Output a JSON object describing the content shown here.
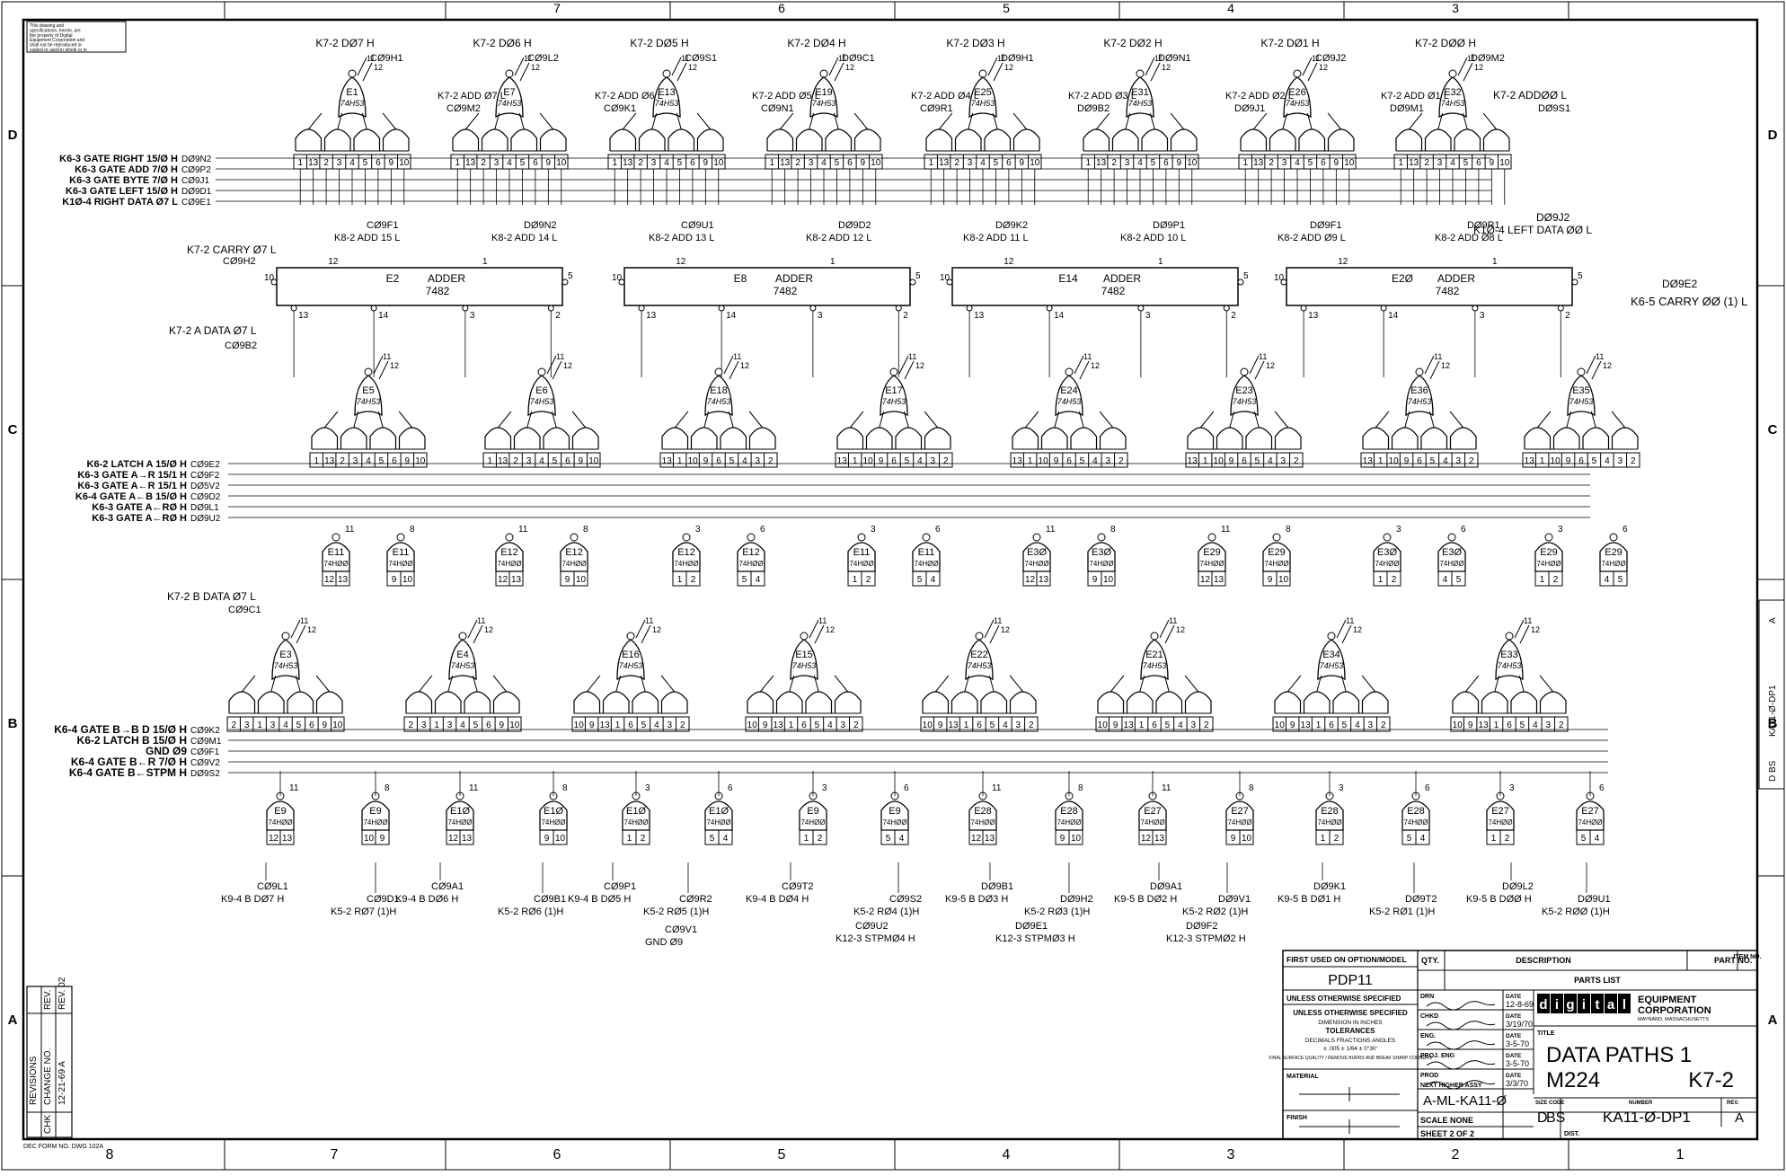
{
  "border": {
    "top_zones": [
      "7",
      "6",
      "5",
      "4",
      "3"
    ],
    "bottom_zones": [
      "8",
      "7",
      "6",
      "5",
      "4",
      "3",
      "2",
      "1"
    ],
    "side_rows": [
      "D",
      "C",
      "B",
      "A"
    ]
  },
  "notice": "This drawing and specifications, herein, are the property of Digital Equipment Corporation and shall not be reproduced or copied or used in whole or in part as the basis for the manufacture or sale of items without written permission.",
  "top_gates": [
    {
      "net": "K7-2 DØ7 H",
      "out": "CØ9H1",
      "ref": "E1",
      "type": "74H53",
      "add": "",
      "pin": "DØ9N2"
    },
    {
      "net": "K7-2 DØ6 H",
      "out": "CØ9L2",
      "ref": "E7",
      "type": "74H53",
      "add": "K7-2 ADD Ø7 L",
      "pin": "CØ9M2"
    },
    {
      "net": "K7-2 DØ5 H",
      "out": "CØ9S1",
      "ref": "E13",
      "type": "74H53",
      "add": "K7-2 ADD Ø6 L",
      "pin": "CØ9K1"
    },
    {
      "net": "K7-2 DØ4 H",
      "out": "DØ9C1",
      "ref": "E19",
      "type": "74H53",
      "add": "K7-2 ADD Ø5 L",
      "pin": "CØ9N1"
    },
    {
      "net": "K7-2 DØ3 H",
      "out": "DØ9H1",
      "ref": "E25",
      "type": "74H53",
      "add": "K7-2 ADD Ø4 L",
      "pin": "CØ9R1"
    },
    {
      "net": "K7-2 DØ2 H",
      "out": "DØ9N1",
      "ref": "E31",
      "type": "74H53",
      "add": "K7-2 ADD Ø3 L",
      "pin": "DØ9B2"
    },
    {
      "net": "K7-2 DØ1 H",
      "out": "CØ9J2",
      "ref": "E26",
      "type": "74H53",
      "add": "K7-2 ADD Ø2 L",
      "pin": "DØ9J1"
    },
    {
      "net": "K7-2 DØØ H",
      "out": "DØ9M2",
      "ref": "E32",
      "type": "74H53",
      "add": "K7-2 ADD Ø1 L",
      "pin": "DØ9M1"
    }
  ],
  "top_pin_row": [
    "1",
    "13",
    "2",
    "3",
    "4",
    "5",
    "6",
    "9",
    "10"
  ],
  "left_inputs_d": [
    {
      "label": "K6-3 GATE RIGHT 15/Ø H",
      "pin": "DØ9N2"
    },
    {
      "label": "K6-3 GATE ADD 7/Ø H",
      "pin": "CØ9P2"
    },
    {
      "label": "K6-3 GATE BYTE 7/Ø H",
      "pin": "CØ9J1"
    },
    {
      "label": "K6-3 GATE LEFT 15/Ø H",
      "pin": "DØ9D1"
    },
    {
      "label": "K1Ø-4 RIGHT DATA Ø7 L",
      "pin": "CØ9E1"
    }
  ],
  "top_right_add": {
    "label": "K7-2 ADDØØ L",
    "pin": "DØ9S1"
  },
  "mid_labels": [
    {
      "pin": "CØ9F1",
      "label": "K8-2 ADD 15 L"
    },
    {
      "pin": "DØ9N2",
      "label": "K8-2 ADD 14 L"
    },
    {
      "pin": "CØ9U1",
      "label": "K8-2 ADD 13 L"
    },
    {
      "pin": "DØ9D2",
      "label": "K8-2 ADD 12 L"
    },
    {
      "pin": "DØ9K2",
      "label": "K8-2 ADD 11 L"
    },
    {
      "pin": "DØ9P1",
      "label": "K8-2 ADD 10 L"
    },
    {
      "pin": "DØ9F1",
      "label": "K8-2 ADD Ø9 L"
    },
    {
      "pin": "DØ9R1",
      "label": "K8-2 ADD Ø8 L"
    }
  ],
  "left_data_out": {
    "pin": "DØ9J2",
    "label": "K1Ø-4 LEFT DATA ØØ L"
  },
  "carry_in": {
    "label": "K7-2 CARRY Ø7 L",
    "pin": "CØ9H2"
  },
  "carry_out": {
    "pin": "DØ9E2",
    "label": "K6-5 CARRY ØØ (1) L"
  },
  "adders": [
    {
      "ref": "E2",
      "name": "ADDER",
      "type": "7482"
    },
    {
      "ref": "E8",
      "name": "ADDER",
      "type": "7482"
    },
    {
      "ref": "E14",
      "name": "ADDER",
      "type": "7482"
    },
    {
      "ref": "E2Ø",
      "name": "ADDER",
      "type": "7482"
    }
  ],
  "adder_pins": [
    "13",
    "14",
    "3",
    "2"
  ],
  "a_data": {
    "label": "K7-2 A DATA Ø7 L",
    "pin": "CØ9B2"
  },
  "mid_gates": [
    {
      "ref": "E5",
      "type": "74H53"
    },
    {
      "ref": "E6",
      "type": "74H53"
    },
    {
      "ref": "E18",
      "type": "74H53"
    },
    {
      "ref": "E17",
      "type": "74H53"
    },
    {
      "ref": "E24",
      "type": "74H53"
    },
    {
      "ref": "E23",
      "type": "74H53"
    },
    {
      "ref": "E36",
      "type": "74H53"
    },
    {
      "ref": "E35",
      "type": "74H53"
    }
  ],
  "left_inputs_c": [
    {
      "label": "K6-2 LATCH A 15/Ø H",
      "pin": "CØ9E2"
    },
    {
      "label": "K6-3 GATE A→R 15/1 H",
      "pin": "CØ9F2"
    },
    {
      "label": "K6-3 GATE A←R 15/1 H",
      "pin": "DØ5V2"
    },
    {
      "label": "K6-4 GATE A←B 15/Ø H",
      "pin": "CØ9D2"
    },
    {
      "label": "K6-3 GATE A←RØ H",
      "pin": "DØ9L1"
    },
    {
      "label": "K6-3 GATE A←RØ H",
      "pin": "DØ9U2"
    }
  ],
  "nand_row1": [
    {
      "ref": "E11",
      "type": "74HØØ",
      "pins": [
        "12",
        "13"
      ],
      "out": "11"
    },
    {
      "ref": "E11",
      "type": "74HØØ",
      "pins": [
        "9",
        "10"
      ],
      "out": "8"
    },
    {
      "ref": "E12",
      "type": "74HØØ",
      "pins": [
        "12",
        "13"
      ],
      "out": "11"
    },
    {
      "ref": "E12",
      "type": "74HØØ",
      "pins": [
        "9",
        "10"
      ],
      "out": "8"
    },
    {
      "ref": "E12",
      "type": "74HØØ",
      "pins": [
        "1",
        "2"
      ],
      "out": "3"
    },
    {
      "ref": "E12",
      "type": "74HØØ",
      "pins": [
        "5",
        "4"
      ],
      "out": "6"
    },
    {
      "ref": "E11",
      "type": "74HØØ",
      "pins": [
        "1",
        "2"
      ],
      "out": "3"
    },
    {
      "ref": "E11",
      "type": "74HØØ",
      "pins": [
        "5",
        "4"
      ],
      "out": "6"
    },
    {
      "ref": "E3Ø",
      "type": "74HØØ",
      "pins": [
        "12",
        "13"
      ],
      "out": "11"
    },
    {
      "ref": "E3Ø",
      "type": "74HØØ",
      "pins": [
        "9",
        "10"
      ],
      "out": "8"
    },
    {
      "ref": "E29",
      "type": "74HØØ",
      "pins": [
        "12",
        "13"
      ],
      "out": "11"
    },
    {
      "ref": "E29",
      "type": "74HØØ",
      "pins": [
        "9",
        "10"
      ],
      "out": "8"
    },
    {
      "ref": "E3Ø",
      "type": "74HØØ",
      "pins": [
        "1",
        "2"
      ],
      "out": "3"
    },
    {
      "ref": "E3Ø",
      "type": "74HØØ",
      "pins": [
        "4",
        "5"
      ],
      "out": "6"
    },
    {
      "ref": "E29",
      "type": "74HØØ",
      "pins": [
        "1",
        "2"
      ],
      "out": "3"
    },
    {
      "ref": "E29",
      "type": "74HØØ",
      "pins": [
        "4",
        "5"
      ],
      "out": "6"
    }
  ],
  "b_data": {
    "label": "K7-2 B DATA Ø7 L",
    "pin": "CØ9C1"
  },
  "low_gates": [
    {
      "ref": "E3",
      "type": "74H53"
    },
    {
      "ref": "E4",
      "type": "74H53"
    },
    {
      "ref": "E16",
      "type": "74H53"
    },
    {
      "ref": "E15",
      "type": "74H53"
    },
    {
      "ref": "E22",
      "type": "74H53"
    },
    {
      "ref": "E21",
      "type": "74H53"
    },
    {
      "ref": "E34",
      "type": "74H53"
    },
    {
      "ref": "E33",
      "type": "74H53"
    }
  ],
  "left_inputs_b": [
    {
      "label": "K6-4 GATE B→B D 15/Ø H",
      "pin": "CØ9K2"
    },
    {
      "label": "K6-2 LATCH B 15/Ø H",
      "pin": "CØ9M1"
    },
    {
      "label": "GND Ø9",
      "pin": "CØ9F1"
    },
    {
      "label": "K6-4 GATE B←R 7/Ø H",
      "pin": "CØ9V2"
    },
    {
      "label": "K6-4 GATE B←STPM H",
      "pin": "DØ9S2"
    }
  ],
  "nand_row2": [
    {
      "ref": "E9",
      "type": "74HØØ",
      "pins": [
        "12",
        "13"
      ],
      "out": "11"
    },
    {
      "ref": "E9",
      "type": "74HØØ",
      "pins": [
        "10",
        "9"
      ],
      "out": "8"
    },
    {
      "ref": "E1Ø",
      "type": "74HØØ",
      "pins": [
        "12",
        "13"
      ],
      "out": "11"
    },
    {
      "ref": "E1Ø",
      "type": "74HØØ",
      "pins": [
        "9",
        "10"
      ],
      "out": "8"
    },
    {
      "ref": "E1Ø",
      "type": "74HØØ",
      "pins": [
        "1",
        "2"
      ],
      "out": "3"
    },
    {
      "ref": "E1Ø",
      "type": "74HØØ",
      "pins": [
        "5",
        "4"
      ],
      "out": "6"
    },
    {
      "ref": "E9",
      "type": "74HØØ",
      "pins": [
        "1",
        "2"
      ],
      "out": "3"
    },
    {
      "ref": "E9",
      "type": "74HØØ",
      "pins": [
        "5",
        "4"
      ],
      "out": "6"
    },
    {
      "ref": "E28",
      "type": "74HØØ",
      "pins": [
        "12",
        "13"
      ],
      "out": "11"
    },
    {
      "ref": "E28",
      "type": "74HØØ",
      "pins": [
        "9",
        "10"
      ],
      "out": "8"
    },
    {
      "ref": "E27",
      "type": "74HØØ",
      "pins": [
        "12",
        "13"
      ],
      "out": "11"
    },
    {
      "ref": "E27",
      "type": "74HØØ",
      "pins": [
        "9",
        "10"
      ],
      "out": "8"
    },
    {
      "ref": "E28",
      "type": "74HØØ",
      "pins": [
        "1",
        "2"
      ],
      "out": "3"
    },
    {
      "ref": "E28",
      "type": "74HØØ",
      "pins": [
        "5",
        "4"
      ],
      "out": "6"
    },
    {
      "ref": "E27",
      "type": "74HØØ",
      "pins": [
        "1",
        "2"
      ],
      "out": "3"
    },
    {
      "ref": "E27",
      "type": "74HØØ",
      "pins": [
        "5",
        "4"
      ],
      "out": "6"
    }
  ],
  "bottom_labels": [
    {
      "pin": "CØ9L1",
      "label": "K9-4 B DØ7 H"
    },
    {
      "pin": "CØ9D1",
      "label": "K5-2 RØ7 (1)H"
    },
    {
      "pin": "CØ9A1",
      "label": "K9-4 B DØ6 H"
    },
    {
      "pin": "CØ9B1",
      "label": "K5-2 RØ6 (1)H"
    },
    {
      "pin": "CØ9P1",
      "label": "K9-4 B DØ5 H"
    },
    {
      "pin": "CØ9R2",
      "label": "K5-2 RØ5 (1)H"
    },
    {
      "pin": "CØ9T2",
      "label": "K9-4 B DØ4 H"
    },
    {
      "pin": "CØ9S2",
      "label": "K5-2 RØ4 (1)H"
    },
    {
      "pin": "DØ9B1",
      "label": "K9-5 B DØ3 H"
    },
    {
      "pin": "DØ9H2",
      "label": "K5-2 RØ3 (1)H"
    },
    {
      "pin": "DØ9A1",
      "label": "K9-5 B DØ2 H"
    },
    {
      "pin": "DØ9V1",
      "label": "K5-2 RØ2 (1)H"
    },
    {
      "pin": "DØ9K1",
      "label": "K9-5 B DØ1 H"
    },
    {
      "pin": "DØ9T2",
      "label": "K5-2 RØ1 (1)H"
    },
    {
      "pin": "DØ9L2",
      "label": "K9-5 B DØØ H"
    },
    {
      "pin": "DØ9U1",
      "label": "K5-2 RØØ (1)H"
    }
  ],
  "bottom_extra": [
    {
      "pin": "CØ9V1",
      "label": "GND Ø9"
    },
    {
      "pin": "CØ9U2",
      "label": "K12-3 STPMØ4 H"
    },
    {
      "pin": "DØ9E1",
      "label": "K12-3 STPMØ3 H"
    },
    {
      "pin": "DØ9F2",
      "label": "K12-3 STPMØ2 H"
    }
  ],
  "title_block": {
    "first_used": "FIRST USED ON OPTION/MODEL",
    "model": "PDP11",
    "qty": "QTY.",
    "description": "DESCRIPTION",
    "part_no": "PART NO.",
    "item_no": "ITEM NO.",
    "parts_list": "PARTS LIST",
    "unless": "UNLESS OTHERWISE SPECIFIED",
    "unless2": "UNLESS OTHERWISE SPECIFIED",
    "dims": "DIMENSION IN INCHES",
    "tolerances": "TOLERANCES",
    "tol_row": "DECIMALS  FRACTIONS  ANGLES",
    "tol_vals": "± .005      ± 1/64      ± 0°30'",
    "finish_note": "FINAL SURFACE QUALITY / REMOVE BURRS AND BREAK SHARP CORNERS",
    "material": "MATERIAL",
    "finish": "FINISH",
    "drn": "DRN",
    "chkd": "CHKD",
    "eng": "ENG.",
    "proj_eng": "PROJ. ENG",
    "prod": "PROD",
    "date": "DATE",
    "dates": [
      "12-8-69",
      "3/19/70",
      "3-5-70",
      "3-5-70",
      "3/3/70"
    ],
    "next_higher": "NEXT HIGHER ASSY",
    "assy": "A-ML-KA11-Ø",
    "scale": "SCALE  NONE",
    "sheet": "SHEET   2   OF   2",
    "company_logo": "digital",
    "company1": "EQUIPMENT",
    "company2": "CORPORATION",
    "company3": "MAYNARD, MASSACHUSETTS",
    "title_label": "TITLE",
    "title1": "DATA  PATHS 1",
    "title2": "M224",
    "title3": "K7-2",
    "size_code": "SIZE CODE",
    "number_label": "NUMBER",
    "rev_label": "REV.",
    "size": "D",
    "code": "BS",
    "number": "KA11-Ø-DP1",
    "rev": "A",
    "dist": "DIST."
  },
  "revisions": {
    "title": "REVISIONS",
    "change_no": "CHANGE NO.",
    "rev": "REV.",
    "chk": "CHK",
    "entry": "12-21-69  A",
    "entry_tag": "REV. 02"
  },
  "side_stamp": {
    "rev": "A",
    "number": "KA11-Ø-DP1",
    "size_code": "D BS"
  },
  "form_no": "DEC FORM NO. DWG 102A"
}
